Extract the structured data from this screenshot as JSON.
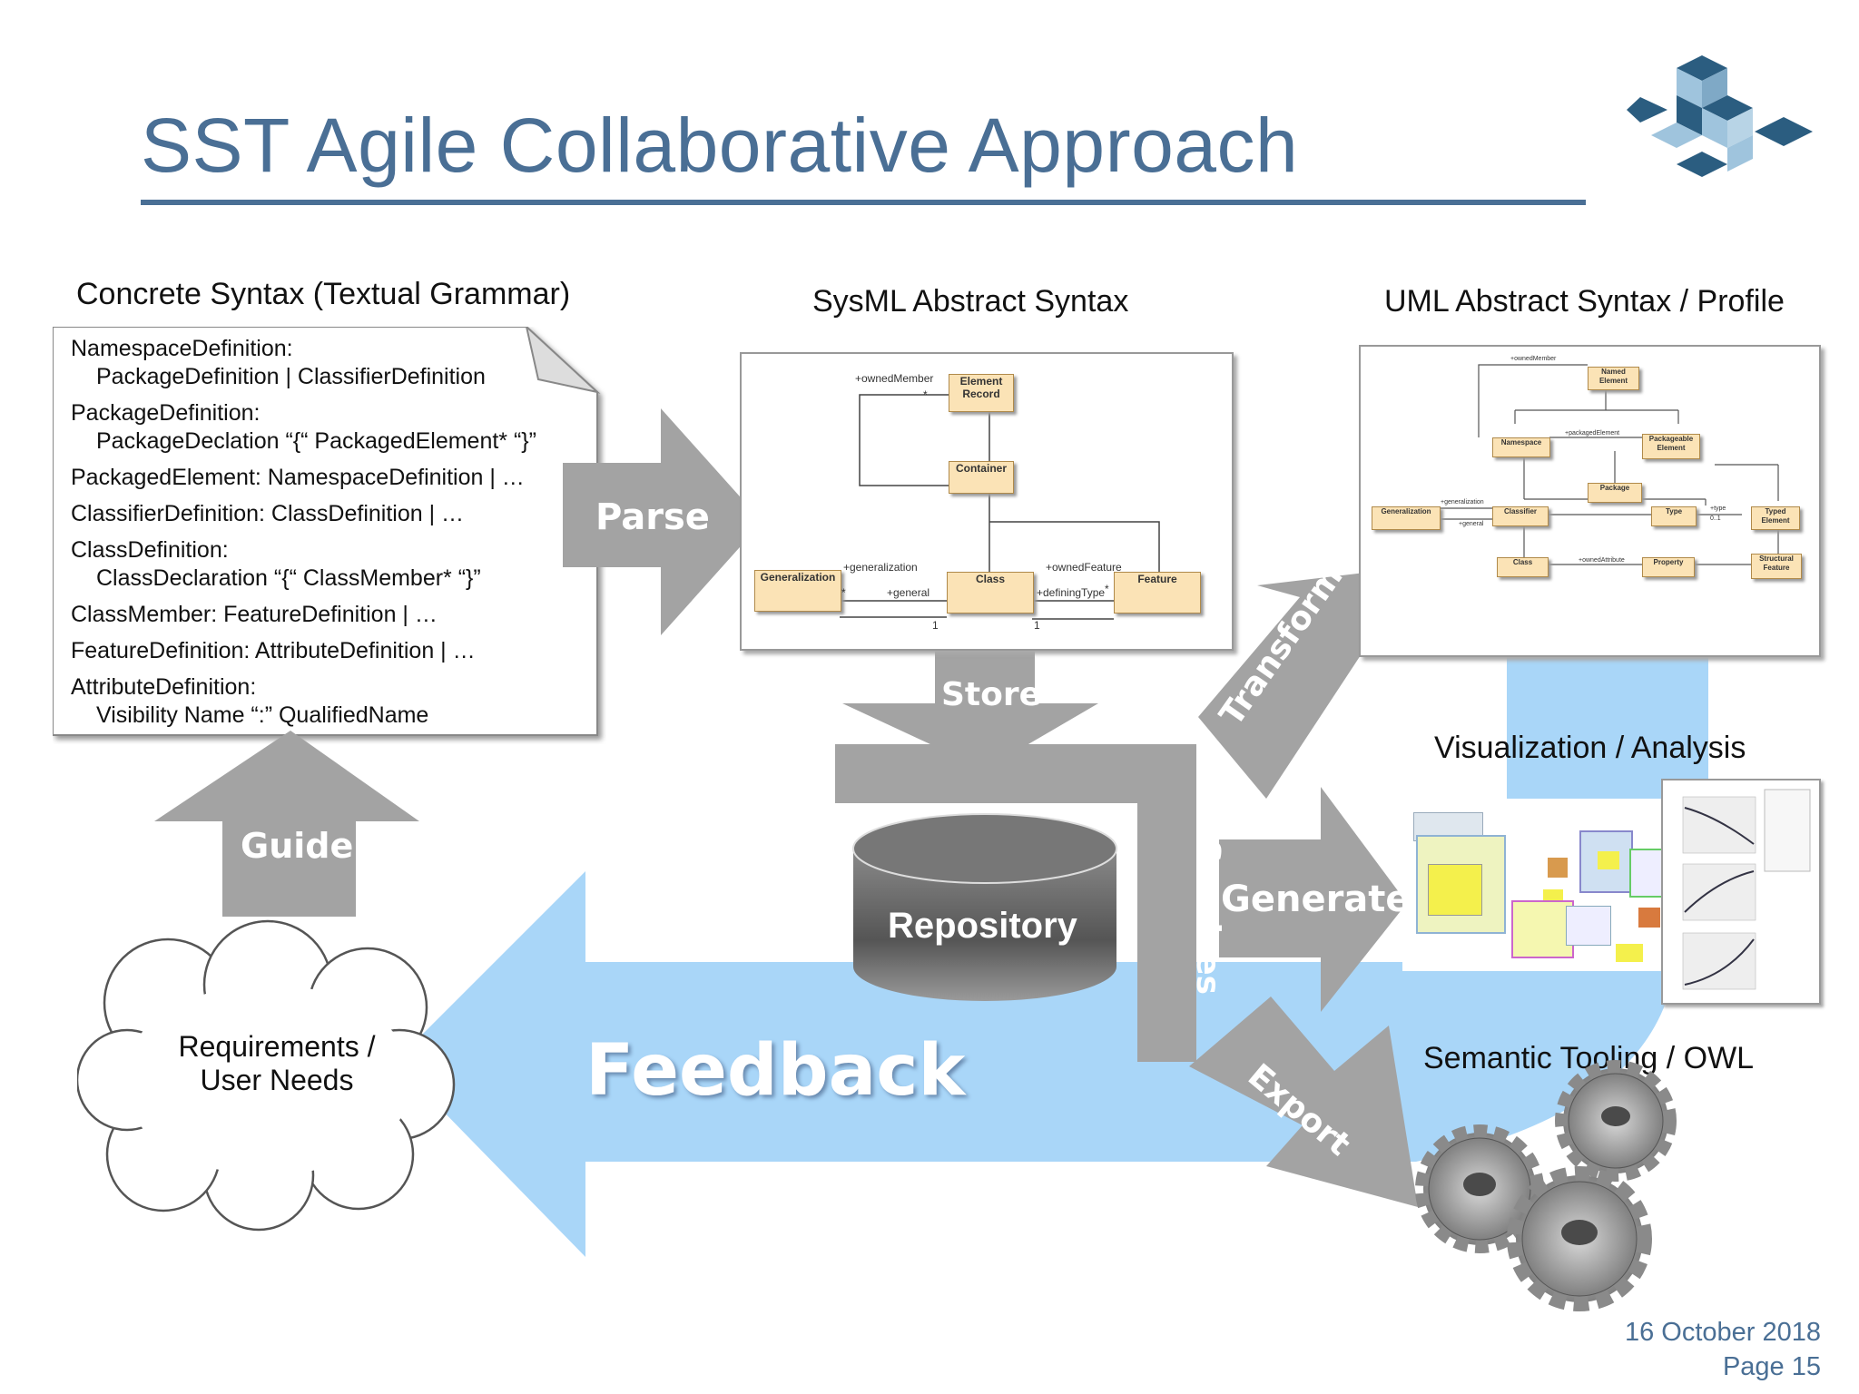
{
  "title": "SST Agile Collaborative Approach",
  "colors": {
    "title": "#4a6f95",
    "arrow_gray": "#a3a3a3",
    "feedback_blue": "#a9d6f8",
    "logo_dark": "#2b5d80",
    "logo_light": "#9fc4dd"
  },
  "logo": {
    "icon": "cube-logo-icon"
  },
  "concrete_syntax": {
    "label": "Concrete Syntax (Textual Grammar)",
    "lines": [
      "NamespaceDefinition:",
      "PackageDefinition | ClassifierDefinition",
      "PackageDefinition:",
      "PackageDeclation “{“ PackagedElement* “}”",
      "PackagedElement: NamespaceDefinition | …",
      "ClassifierDefinition: ClassDefinition | …",
      "ClassDefinition:",
      "ClassDeclaration “{“ ClassMember* “}”",
      "ClassMember: FeatureDefinition | …",
      "FeatureDefinition: AttributeDefinition | …",
      "AttributeDefinition:",
      "Visibility Name “:” QualifiedName"
    ]
  },
  "sysml": {
    "label": "SysML Abstract Syntax",
    "boxes": [
      "Element Record",
      "Container",
      "Generalization",
      "Class",
      "Feature"
    ],
    "notes": [
      "+ownedMember",
      "*",
      "+generalization",
      "+general",
      "*",
      "+ownedFeature",
      "+definingType",
      "*",
      "1",
      "1"
    ]
  },
  "uml": {
    "label": "UML Abstract Syntax / Profile",
    "boxes": [
      "Named Element",
      "Namespace",
      "Packageable Element",
      "Package",
      "Generalization",
      "Classifier",
      "Type",
      "Typed Element",
      "Class",
      "Property",
      "Structural Feature"
    ],
    "notes": [
      "+ownedMember",
      "+packagedElement",
      "+generalization",
      "+general",
      "+type",
      "0..1",
      "+ownedAttribute"
    ]
  },
  "arrows": {
    "parse": "Parse",
    "store": "Store",
    "guide": "Guide",
    "transform": "Transform",
    "generate": "Generate",
    "export": "Export",
    "services": "Services",
    "feedback": "Feedback"
  },
  "repository": "Repository",
  "requirements": {
    "line1": "Requirements /",
    "line2": "User Needs"
  },
  "visualization": {
    "label": "Visualization / Analysis"
  },
  "semantic": {
    "label": "Semantic Tooling / OWL",
    "icon": "gears-icon"
  },
  "footer": {
    "date": "16 October 2018",
    "page": "Page 15"
  }
}
